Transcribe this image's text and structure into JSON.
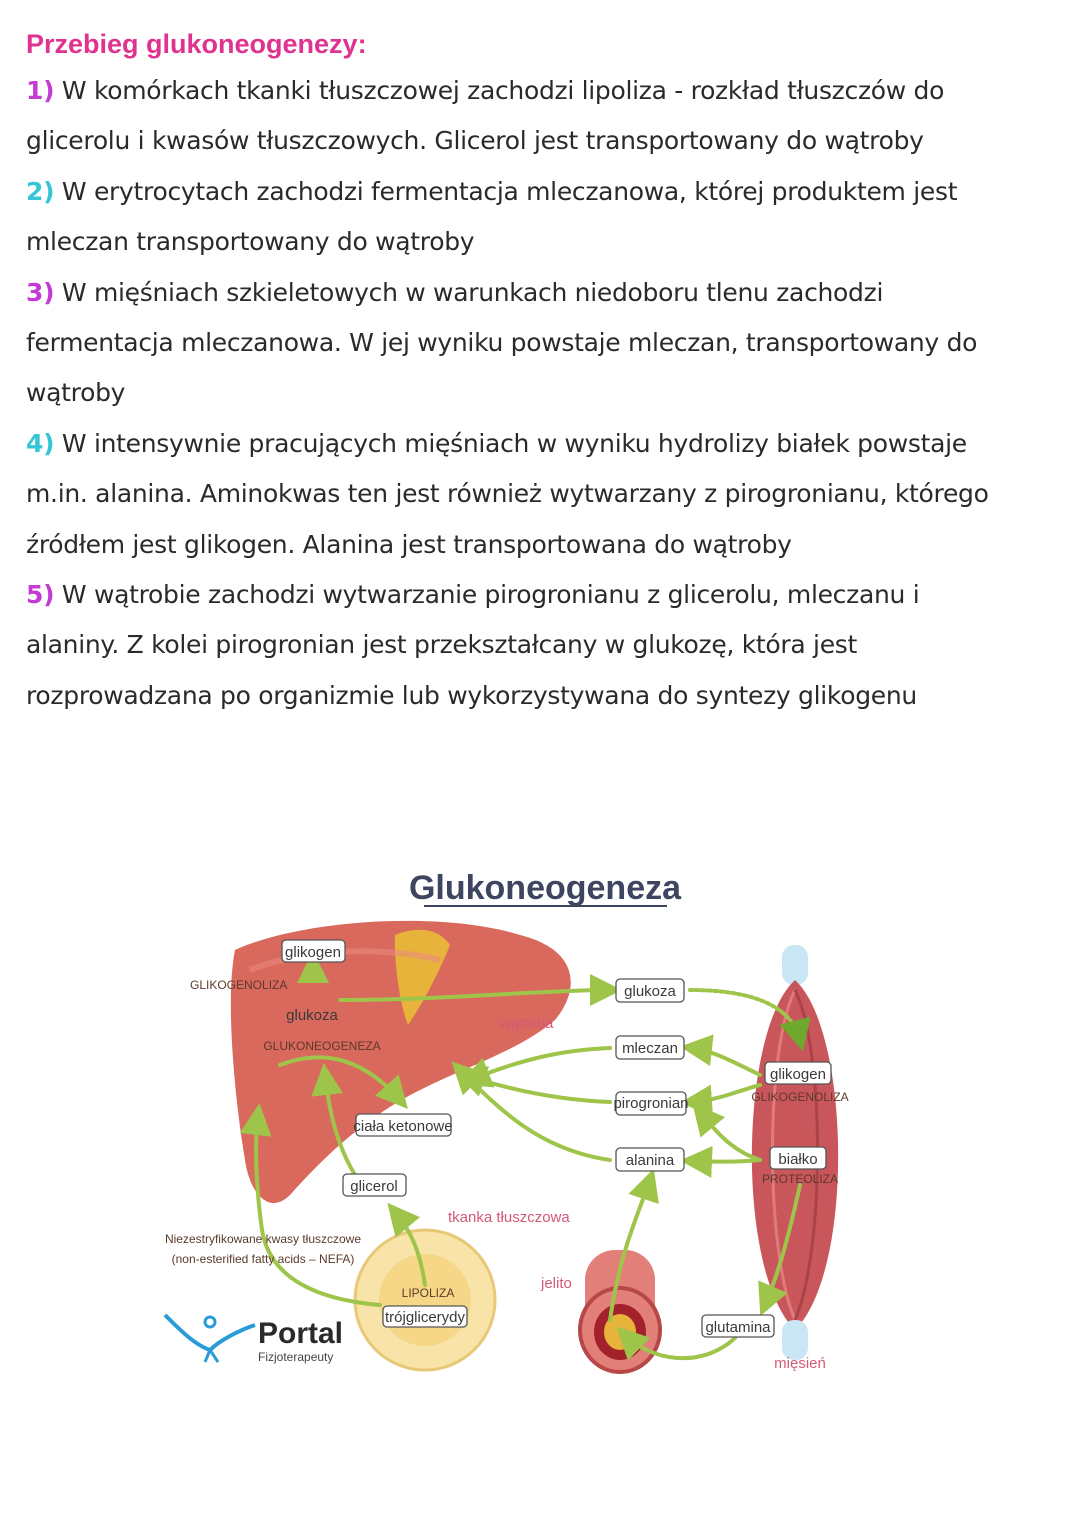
{
  "document": {
    "heading": "Przebieg glukoneogenezy:",
    "heading_color": "#e0338f",
    "steps": [
      {
        "num": "1)",
        "color": "#c43bd1",
        "lines": [
          "W komórkach tkanki tłuszczowej zachodzi lipoliza - rozkład tłuszczów do",
          "glicerolu i kwasów tłuszczowych. Glicerol jest transportowany do wątroby"
        ]
      },
      {
        "num": "2)",
        "color": "#35c6d6",
        "lines": [
          "W erytrocytach zachodzi fermentacja mleczanowa, której produktem jest",
          "mleczan transportowany do wątroby"
        ]
      },
      {
        "num": "3)",
        "color": "#c43bd1",
        "lines": [
          "W mięśniach szkieletowych w warunkach niedoboru tlenu zachodzi",
          "fermentacja mleczanowa. W jej wyniku powstaje mleczan, transportowany do",
          "wątroby"
        ]
      },
      {
        "num": "4)",
        "color": "#35c6d6",
        "lines": [
          "W intensywnie pracujących mięśniach w wyniku hydrolizy białek powstaje",
          "m.in. alanina. Aminokwas ten jest również wytwarzany z pirogronianu, którego",
          "źródłem jest glikogen. Alanina jest transportowana do wątroby"
        ]
      },
      {
        "num": "5)",
        "color": "#c43bd1",
        "lines": [
          "W wątrobie zachodzi wytwarzanie pirogronianu z glicerolu, mleczanu i",
          "alaniny. Z kolei pirogronian jest przekształcany w glukozę, która jest",
          "rozprowadzana po organizmie lub wykorzystywana do syntezy glikogenu"
        ]
      }
    ]
  },
  "figure": {
    "title": "Glukoneogeneza",
    "labels": {
      "liver_glikogen": "glikogen",
      "glikogenoliza_left": "GLIKOGENOLIZA",
      "liver_glukoza": "glukoza",
      "glukoneogeneza": "GLUKONEOGENEZA",
      "watroba": "wątroba",
      "ciala_ketonowe": "ciała ketonowe",
      "glicerol": "glicerol",
      "nefa_line1": "Niezestryfikowane kwasy tłuszczowe",
      "nefa_line2": "(non-esterified fatty acids – NEFA)",
      "tkanka": "tkanka tłuszczowa",
      "lipoliza": "LIPOLIZA",
      "trojglicerydy": "trójglicerydy",
      "jelito": "jelito",
      "glukoza_mid": "glukoza",
      "mleczan": "mleczan",
      "pirogronian": "pirogronian",
      "alanina": "alanina",
      "muscle_glikogen": "glikogen",
      "glikogenoliza_right": "GLIKOGENOLIZA",
      "bialko": "białko",
      "proteoliza": "PROTEOLIZA",
      "glutamina": "glutamina",
      "miesien": "mięsień"
    },
    "logo": {
      "name": "Portal",
      "sub": "Fizjoterapeuty"
    }
  }
}
